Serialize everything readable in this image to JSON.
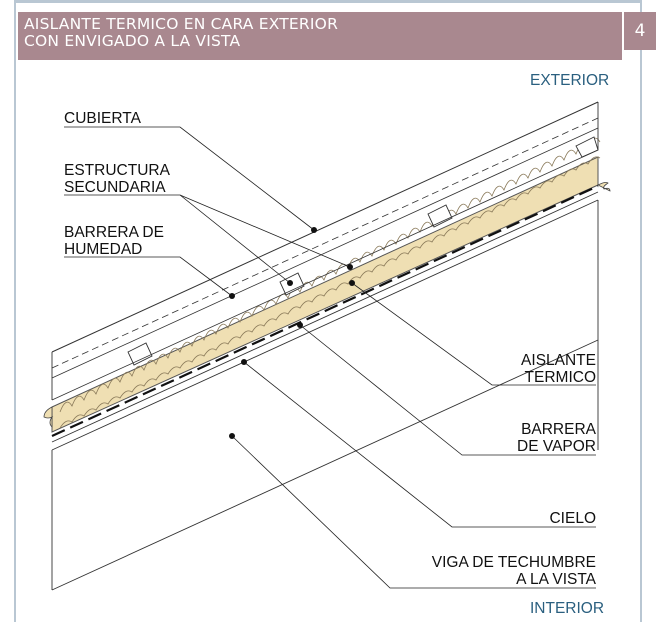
{
  "header": {
    "title": "AISLANTE TERMICO EN CARA EXTERIOR\nCON ENVIGADO A LA VISTA",
    "number": "4"
  },
  "zones": {
    "exterior": "EXTERIOR",
    "interior": "INTERIOR"
  },
  "labels": {
    "cubierta": "CUBIERTA",
    "estructura": "ESTRUCTURA\nSECUNDARIA",
    "barrera_humedad": "BARRERA DE\nHUMEDAD",
    "aislante": "AISLANTE\nTERMICO",
    "barrera_vapor": "BARRERA\nDE VAPOR",
    "cielo": "CIELO",
    "viga": "VIGA DE TECHUMBRE\nA LA VISTA"
  },
  "colors": {
    "header": "#a9888f",
    "insulation": "#efdfb3",
    "zone_text": "#2a5f7f",
    "frame": "#b9c7d3"
  }
}
